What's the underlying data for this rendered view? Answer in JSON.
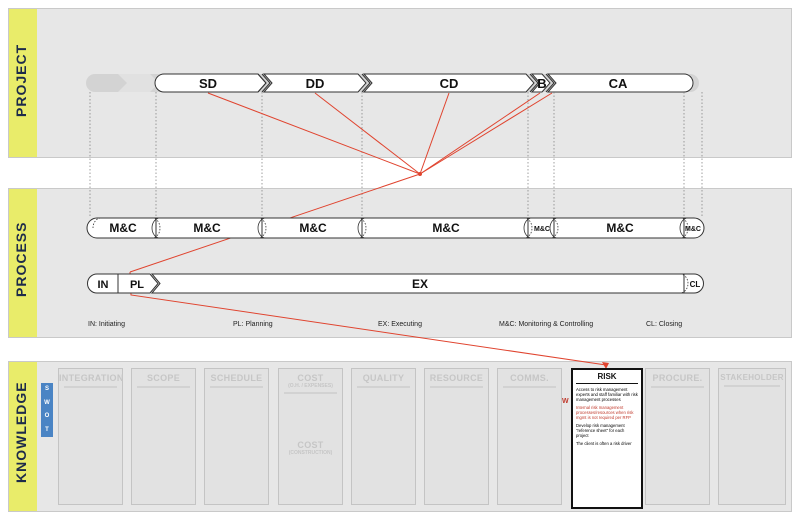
{
  "bands": {
    "project": "PROJECT",
    "process": "PROCESS",
    "knowledge": "KNOWLEDGE"
  },
  "project_phases": [
    "SD",
    "DD",
    "CD",
    "B",
    "CA"
  ],
  "monitoring_labels": [
    "M&C",
    "M&C",
    "M&C",
    "M&C",
    "M&C",
    "M&C",
    "M&C"
  ],
  "process_steps": {
    "in": "IN",
    "pl": "PL",
    "ex": "EX",
    "cl": "CL"
  },
  "legend": {
    "initiating": "IN: Initiating",
    "planning": "PL: Planning",
    "executing": "EX: Executing",
    "monitoring": "M&C: Monitoring & Controlling",
    "closing": "CL: Closing"
  },
  "swot": [
    "S",
    "W",
    "O",
    "T"
  ],
  "knowledge_areas": {
    "integration": "INTEGRATION",
    "scope": "SCOPE",
    "schedule": "SCHEDULE",
    "cost_title": "COST",
    "cost_subtitle": "(O.H. / EXPENSES)",
    "cost2_title": "COST",
    "cost2_subtitle": "(CONSTRUCTION)",
    "quality": "QUALITY",
    "resource": "RESOURCE",
    "comms": "COMMS.",
    "procure": "PROCURE.",
    "stakeholder": "STAKEHOLDER"
  },
  "risk": {
    "title": "RISK",
    "marker": "W",
    "items": [
      {
        "text": "Access to risk management experts and staff familiar with risk management processes",
        "highlight": false
      },
      {
        "text": "Internal risk management processes/resources when risk mgmt is not required per RFP",
        "highlight": true
      },
      {
        "text": "Develop risk management \"reference sheet\" for each project",
        "highlight": false
      },
      {
        "text": "The client is often a risk driver",
        "highlight": false
      }
    ]
  },
  "colors": {
    "band_tab": "#e9ec6a",
    "band_bg": "#e7e7e7",
    "connector": "#e0442f",
    "swot": "#4a84c4"
  }
}
